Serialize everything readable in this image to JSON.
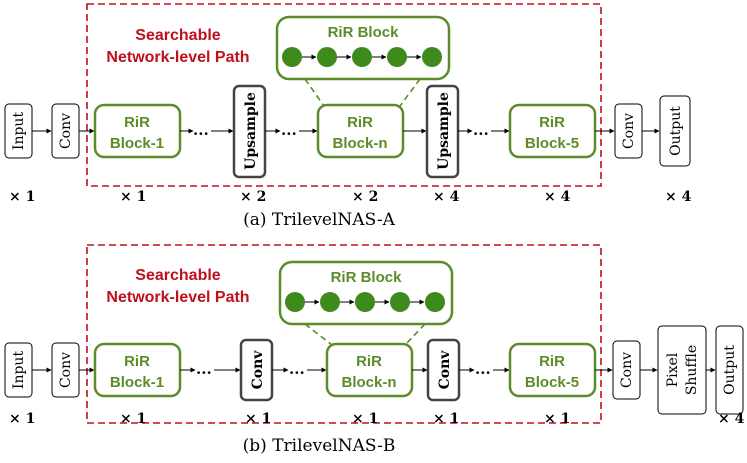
{
  "panel_a": {
    "search_label_line1": "Searchable",
    "search_label_line2": "Network-level Path",
    "zoom_title": "RiR Block",
    "input": "Input",
    "conv_in": "Conv",
    "block1_line1": "RiR",
    "block1_line2": "Block-1",
    "ellipsis": "...",
    "upsample1": "Upsample",
    "blockn_line1": "RiR",
    "blockn_line2": "Block-n",
    "upsample2": "Upsample",
    "block5_line1": "RiR",
    "block5_line2": "Block-5",
    "conv_out": "Conv",
    "output": "Output",
    "scale_input": "× 1",
    "scale_block1": "× 1",
    "scale_up1": "× 2",
    "scale_blockn": "× 2",
    "scale_up2": "× 4",
    "scale_block5": "× 4",
    "scale_output": "× 4",
    "caption": "(a) TrilevelNAS-A"
  },
  "panel_b": {
    "search_label_line1": "Searchable",
    "search_label_line2": "Network-level Path",
    "zoom_title": "RiR Block",
    "input": "Input",
    "conv_in": "Conv",
    "block1_line1": "RiR",
    "block1_line2": "Block-1",
    "ellipsis": "...",
    "conv_mid1": "Conv",
    "blockn_line1": "RiR",
    "blockn_line2": "Block-n",
    "conv_mid2": "Conv",
    "block5_line1": "RiR",
    "block5_line2": "Block-5",
    "conv_out": "Conv",
    "pixel_line1": "Pixel",
    "pixel_line2": "Shuffle",
    "output": "Output",
    "scale_input": "× 1",
    "scale_block1": "× 1",
    "scale_mid1": "× 1",
    "scale_blockn": "× 1",
    "scale_mid2": "× 1",
    "scale_block5": "× 1",
    "scale_output": "× 4",
    "caption": "(b) TrilevelNAS-B"
  },
  "colors": {
    "green": "#5b8c2a",
    "node_green": "#3f8a1c",
    "red": "#c0101c",
    "dark_gray": "#444444",
    "black": "#000000"
  }
}
